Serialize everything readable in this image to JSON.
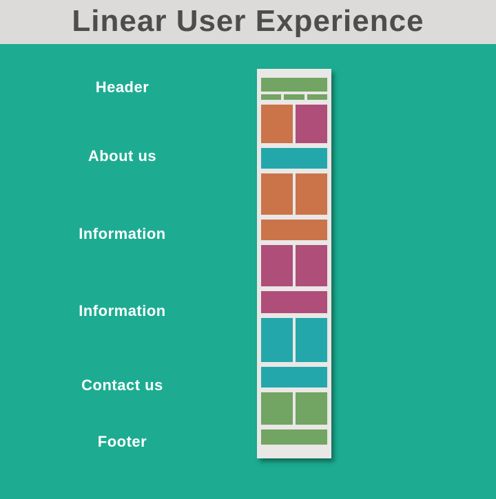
{
  "title": "Linear User Experience",
  "colors": {
    "page_background": "#1dac91",
    "title_bar_background": "#dcdbd9",
    "title_text": "#4d4d4d",
    "panel_background": "#e9e8e6",
    "label_text": "#ffffff",
    "green": "#72a463",
    "orange": "#cb744a",
    "magenta": "#b04e7a",
    "teal": "#24a7ab"
  },
  "sections": [
    {
      "label": "Header"
    },
    {
      "label": "About us"
    },
    {
      "label": "Information"
    },
    {
      "label": "Information"
    },
    {
      "label": "Contact us"
    },
    {
      "label": "Footer"
    }
  ],
  "wireframe": {
    "rows": [
      {
        "name": "header-main",
        "type": "bar",
        "colors": [
          "green"
        ],
        "height": 20
      },
      {
        "name": "header-nav",
        "type": "nav3",
        "colors": [
          "green"
        ],
        "height": 8
      },
      {
        "name": "about-content",
        "type": "pair",
        "colors": [
          "orange",
          "magenta"
        ],
        "height": 56
      },
      {
        "name": "about-banner",
        "type": "bar",
        "colors": [
          "teal"
        ],
        "height": 30
      },
      {
        "name": "info1-content",
        "type": "pair",
        "colors": [
          "orange",
          "orange"
        ],
        "height": 60
      },
      {
        "name": "info1-banner",
        "type": "bar",
        "colors": [
          "orange"
        ],
        "height": 30
      },
      {
        "name": "info2-content",
        "type": "pair",
        "colors": [
          "magenta",
          "magenta"
        ],
        "height": 60
      },
      {
        "name": "info2-banner",
        "type": "bar",
        "colors": [
          "magenta"
        ],
        "height": 32
      },
      {
        "name": "contact-content",
        "type": "pair",
        "colors": [
          "teal",
          "teal"
        ],
        "height": 64
      },
      {
        "name": "contact-banner",
        "type": "bar",
        "colors": [
          "teal"
        ],
        "height": 30
      },
      {
        "name": "footer-content",
        "type": "pair",
        "colors": [
          "green",
          "green"
        ],
        "height": 47
      },
      {
        "name": "footer-banner",
        "type": "bar",
        "colors": [
          "green"
        ],
        "height": 22
      }
    ]
  }
}
